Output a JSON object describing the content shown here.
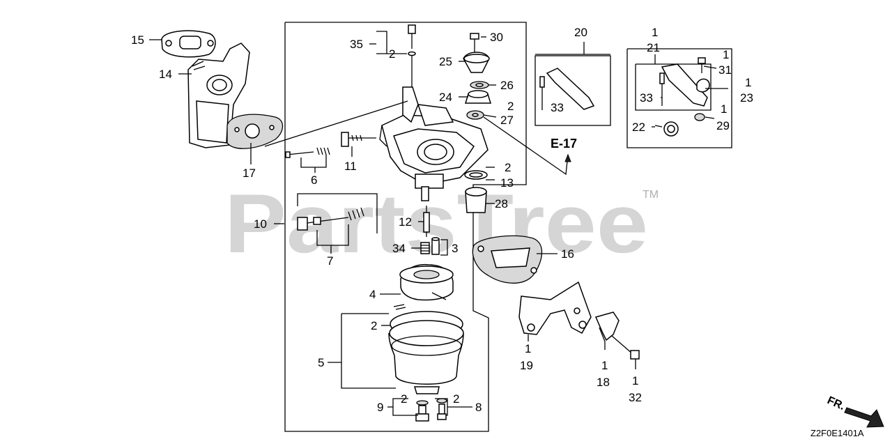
{
  "watermark": {
    "text": "PartsTree",
    "tm": "TM"
  },
  "diagram_code": "Z2F0E1401A",
  "reference": "E-17",
  "direction_label": "FR.",
  "callouts": {
    "c1": "1",
    "c2": "2",
    "c3": "3",
    "c4": "4",
    "c5": "5",
    "c6": "6",
    "c7": "7",
    "c8": "8",
    "c9": "9",
    "c10": "10",
    "c11": "11",
    "c12": "12",
    "c13": "13",
    "c14": "14",
    "c15": "15",
    "c16": "16",
    "c17": "17",
    "c18": "18",
    "c19": "19",
    "c20": "20",
    "c21": "21",
    "c22": "22",
    "c23": "23",
    "c24": "24",
    "c25": "25",
    "c26": "26",
    "c27": "27",
    "c28": "28",
    "c29": "29",
    "c30": "30",
    "c31": "31",
    "c32": "32",
    "c33": "33",
    "c34": "34",
    "c35": "35"
  }
}
